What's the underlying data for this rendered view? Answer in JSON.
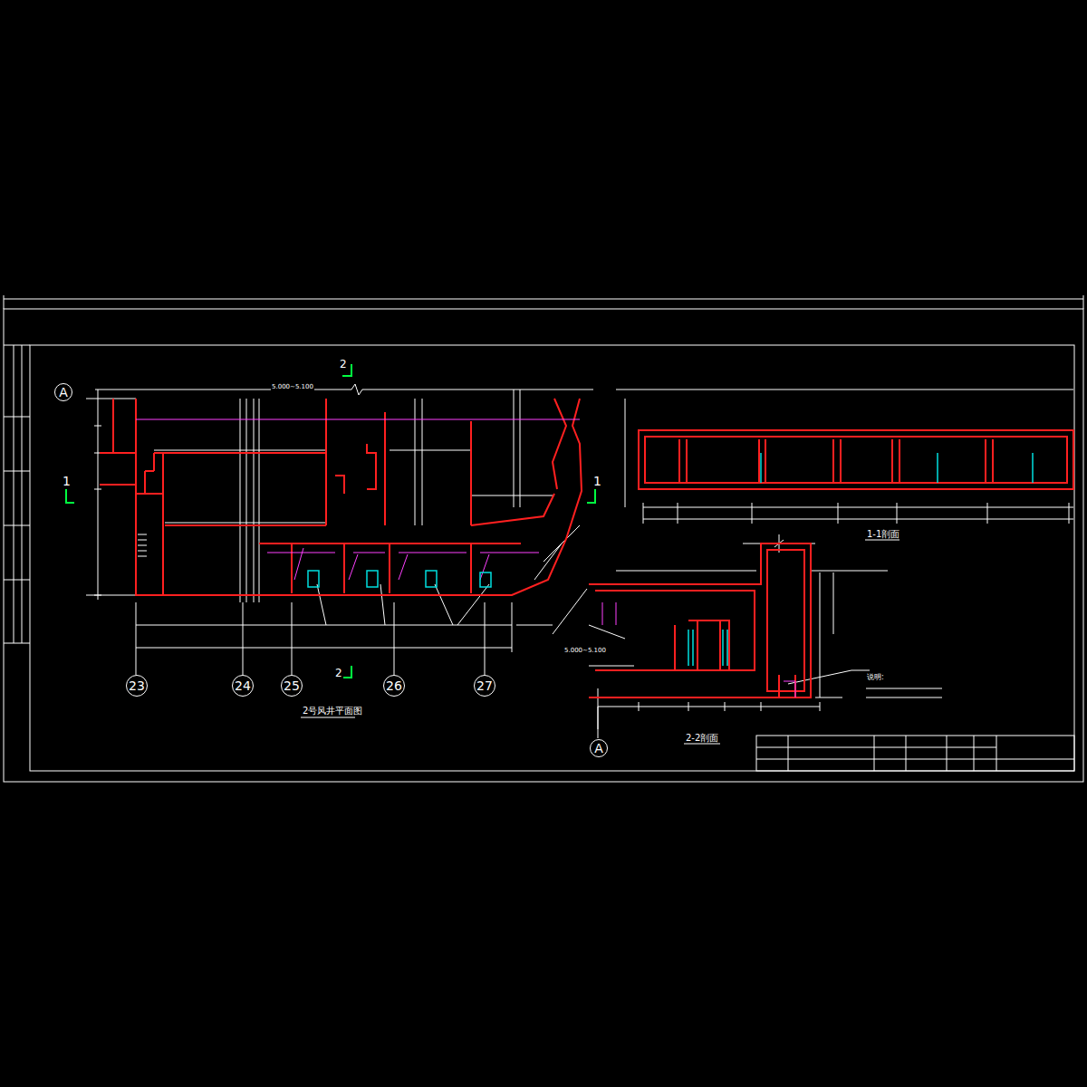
{
  "diagram": {
    "nodes": [
      {
        "text": [
          "A"
        ]
      },
      {
        "text": [
          "23"
        ]
      },
      {
        "text": [
          "24"
        ]
      },
      {
        "text": [
          "25"
        ]
      },
      {
        "text": [
          "26"
        ]
      },
      {
        "text": [
          "27"
        ]
      },
      {
        "text": [
          "A"
        ]
      }
    ],
    "labels": [
      "1",
      "1",
      "2",
      "2",
      "2号风井平面图",
      "1-1剖面",
      "2-2剖面",
      "5.000~5.100",
      "5.000~5.100",
      "说明:"
    ]
  }
}
